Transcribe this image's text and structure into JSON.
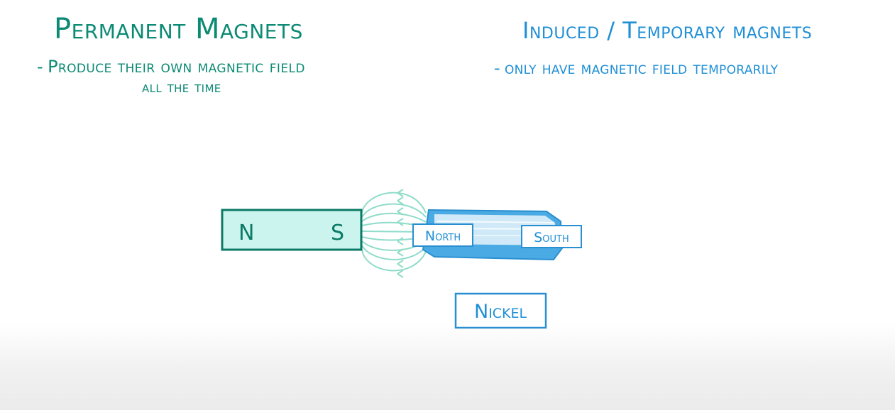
{
  "permanent": {
    "title": "Permanent Magnets",
    "bullet": "-",
    "line1": "Produce their own magnetic field",
    "line2": "all the time"
  },
  "induced": {
    "title": "Induced / Temporary magnets",
    "bullet": "-",
    "line1": "only have magnetic field temporarily"
  },
  "bar_magnet": {
    "pole_north": "N",
    "pole_south": "S"
  },
  "induced_object": {
    "north_label": "North",
    "south_label": "South",
    "material_label": "Nickel"
  },
  "colors": {
    "permanent_green": "#0b8a74",
    "induced_blue": "#1f8fd6",
    "magnet_fill": "#ccf4ee",
    "field_line": "#7fd4c0",
    "rod_light": "#d5ecf8",
    "rod_dark": "#45a8e4"
  }
}
